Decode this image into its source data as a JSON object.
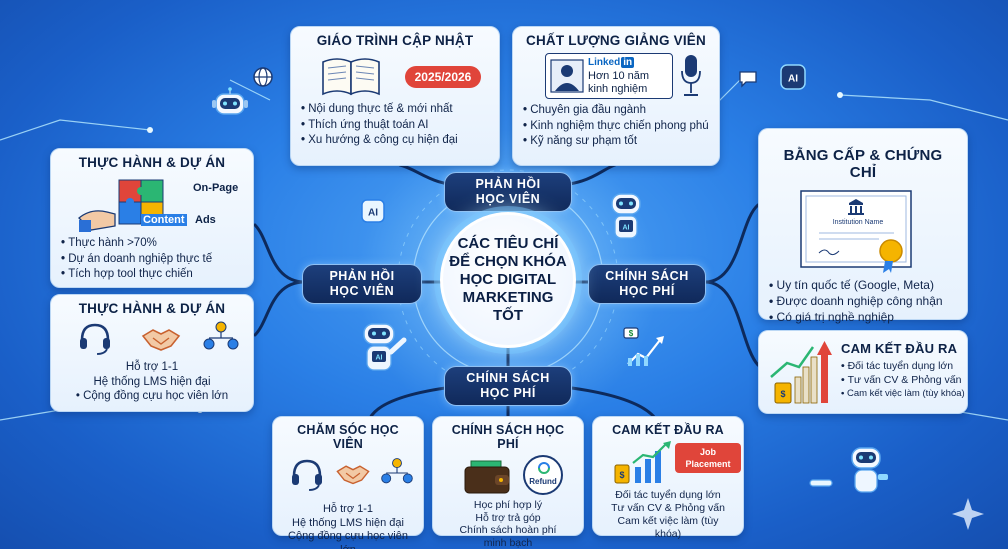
{
  "center": {
    "lines": [
      "CÁC TIÊU CHÍ",
      "ĐỂ CHỌN KHÓA",
      "HỌC DIGITAL",
      "MARKETING",
      "TỐT"
    ]
  },
  "hubs": {
    "top": [
      "PHẢN HỒI",
      "HỌC VIÊN"
    ],
    "left": [
      "PHẢN HỒI",
      "HỌC VIÊN"
    ],
    "right": [
      "CHÍNH SÁCH",
      "HỌC PHÍ"
    ],
    "bottom": [
      "CHÍNH SÁCH",
      "HỌC PHÍ"
    ]
  },
  "cards": {
    "curriculum": {
      "title": "GIÁO TRÌNH CẬP NHẬT",
      "badge": "2025/2026",
      "bullets": [
        "Nội dung thực tế & mới nhất",
        "Thích ứng thuật toán AI",
        "Xu hướng & công cụ hiện đại"
      ]
    },
    "lecturer": {
      "title": "CHẤT LƯỢNG GIẢNG VIÊN",
      "linkedin_text": "Linked",
      "linkedin_in": "in",
      "profile_lines": [
        "Hơn 10 năm",
        "kinh nghiệm"
      ],
      "bullets": [
        "Chuyên gia đầu ngành",
        "Kinh nghiệm thực chiến phong phú",
        "Kỹ năng sư phạm tốt"
      ]
    },
    "practice_top": {
      "title": "THỰC HÀNH & DỰ ÁN",
      "puzzle_labels": [
        "On-Page",
        "Content",
        "Ads"
      ],
      "bullets": [
        "Thực hành >70%",
        "Dự án doanh nghiệp thực tế",
        "Tích hợp tool thực chiến"
      ]
    },
    "practice_bottom": {
      "title": "THỰC HÀNH & DỰ ÁN",
      "lines": [
        "Hỗ trợ 1-1",
        "Hệ thống LMS hiện đại",
        "• Cộng đồng cựu học viên lớn"
      ]
    },
    "certificate": {
      "title": "BẰNG CẤP & CHỨNG CHỈ",
      "cert_label": "Institution Name",
      "bullets": [
        "Uy tín quốc tế (Google, Meta)",
        "Được doanh nghiệp công nhận",
        "Có giá trị nghề nghiệp"
      ]
    },
    "output_right": {
      "title": "CAM KẾT ĐẦU RA",
      "bullets": [
        "Đối tác tuyển dụng lớn",
        "Tư vấn CV & Phỏng vấn",
        "Cam kết việc làm (tùy khóa)"
      ]
    },
    "care": {
      "title": "CHĂM SÓC HỌC VIÊN",
      "lines": [
        "Hỗ trợ 1-1",
        "Hệ thống LMS hiện đại",
        "Cộng đồng cựu học viên lớn"
      ]
    },
    "tuition": {
      "title": "CHÍNH SÁCH HỌC PHÍ",
      "refund_label": "Refund",
      "lines": [
        "Học phí hợp lý",
        "Hỗ trợ trả góp",
        "Chính sách hoàn phí",
        "minh bạch"
      ]
    },
    "output_bottom": {
      "title": "CAM KẾT ĐẦU RA",
      "tag_lines": [
        "Job",
        "Placement"
      ],
      "lines": [
        "Đối tác tuyển dụng lớn",
        "Tư vấn CV & Phỏng vấn",
        "Cam kết việc làm (tùy khóa)"
      ]
    }
  },
  "robots": {
    "ai_label": "AI"
  },
  "colors": {
    "hub_bg": "#10295a",
    "badge_red": "#e0453a",
    "linkedin_blue": "#0a66c2",
    "glow": "#8fd8ff"
  }
}
